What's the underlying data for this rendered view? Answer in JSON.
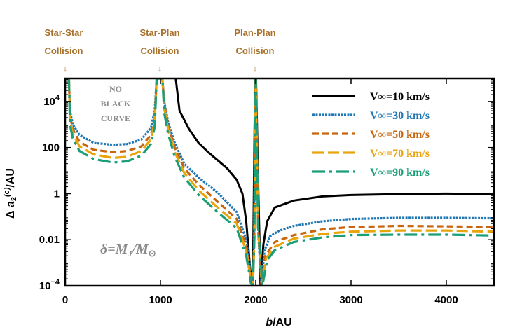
{
  "chart_data": {
    "type": "line",
    "xlabel": "b/AU",
    "ylabel": "Δ a2(c)/AU",
    "xlim": [
      0,
      4500
    ],
    "ylim_log10": [
      -4,
      5
    ],
    "scale": {
      "x": "linear",
      "y": "log"
    },
    "xticks": [
      "0",
      "1000",
      "2000",
      "3000",
      "4000"
    ],
    "xtick_values": [
      0,
      1000,
      2000,
      3000,
      4000
    ],
    "yticks": [
      "10^-4",
      "0.01",
      "1",
      "100",
      "10^4"
    ],
    "ytick_values_log10": [
      -4,
      -2,
      0,
      2,
      4
    ],
    "grid": false,
    "legend_position": "top-right",
    "collisions": [
      {
        "line1": "Star-Star",
        "line2": "Collision",
        "arrow": "↓",
        "x": 25
      },
      {
        "line1": "Star-Plan",
        "line2": "Collision",
        "arrow": "↓",
        "x": 1000
      },
      {
        "line1": "Plan-Plan",
        "line2": "Collision",
        "arrow": "↓",
        "x": 2000
      }
    ],
    "annotation_no_black": [
      "NO",
      "BLACK",
      "CURVE"
    ],
    "annotation_delta": "δ=MJ/M⊙",
    "series": [
      {
        "name": "V∞=10 km/s",
        "speed": 10,
        "color": "#000000",
        "style": "solid",
        "points": [
          [
            1160,
            5
          ],
          [
            1200,
            3.6
          ],
          [
            1300,
            2.8
          ],
          [
            1400,
            2.2
          ],
          [
            1500,
            1.8
          ],
          [
            1600,
            1.45
          ],
          [
            1700,
            1.1
          ],
          [
            1800,
            0.6
          ],
          [
            1860,
            0
          ],
          [
            1900,
            -1.2
          ],
          [
            1940,
            -3.2
          ],
          [
            1965,
            -4
          ],
          [
            1975,
            -2
          ],
          [
            1985,
            2
          ],
          [
            1993,
            4.6
          ],
          [
            1997,
            5
          ],
          [
            2003,
            5
          ],
          [
            2010,
            3.5
          ],
          [
            2025,
            0.5
          ],
          [
            2050,
            -4
          ],
          [
            2080,
            -2.2
          ],
          [
            2120,
            -1.2
          ],
          [
            2200,
            -0.6
          ],
          [
            2400,
            -0.3
          ],
          [
            2700,
            -0.12
          ],
          [
            3000,
            -0.06
          ],
          [
            3500,
            -0.02
          ],
          [
            4000,
            0
          ],
          [
            4500,
            -0.02
          ]
        ]
      },
      {
        "name": "V∞=30 km/s",
        "speed": 30,
        "color": "#1f77b4",
        "style": "dotted",
        "points": [
          [
            40,
            5
          ],
          [
            50,
            3.6
          ],
          [
            80,
            3.0
          ],
          [
            150,
            2.55
          ],
          [
            300,
            2.2
          ],
          [
            500,
            2.12
          ],
          [
            650,
            2.15
          ],
          [
            800,
            2.35
          ],
          [
            900,
            2.85
          ],
          [
            940,
            3.6
          ],
          [
            960,
            5
          ],
          [
            1020,
            5
          ],
          [
            1040,
            4
          ],
          [
            1080,
            3.1
          ],
          [
            1150,
            2.2
          ],
          [
            1250,
            1.3
          ],
          [
            1400,
            0.7
          ],
          [
            1600,
            0.05
          ],
          [
            1800,
            -0.8
          ],
          [
            1900,
            -2
          ],
          [
            1950,
            -3.5
          ],
          [
            1970,
            -4
          ],
          [
            1980,
            -2.5
          ],
          [
            1990,
            2
          ],
          [
            2000,
            5
          ],
          [
            2010,
            2
          ],
          [
            2030,
            -2
          ],
          [
            2060,
            -4
          ],
          [
            2090,
            -2.5
          ],
          [
            2150,
            -1.85
          ],
          [
            2250,
            -1.6
          ],
          [
            2400,
            -1.4
          ],
          [
            2700,
            -1.2
          ],
          [
            3000,
            -1.1
          ],
          [
            3500,
            -1.05
          ],
          [
            4000,
            -1.05
          ],
          [
            4500,
            -1.07
          ]
        ]
      },
      {
        "name": "V∞=50 km/s",
        "speed": 50,
        "color": "#c8660f",
        "style": "dashed",
        "points": [
          [
            40,
            5
          ],
          [
            50,
            3.4
          ],
          [
            80,
            2.8
          ],
          [
            150,
            2.25
          ],
          [
            300,
            1.9
          ],
          [
            500,
            1.8
          ],
          [
            650,
            1.85
          ],
          [
            800,
            2.05
          ],
          [
            900,
            2.55
          ],
          [
            940,
            3.3
          ],
          [
            960,
            5
          ],
          [
            1020,
            5
          ],
          [
            1040,
            3.9
          ],
          [
            1080,
            3.0
          ],
          [
            1150,
            2.0
          ],
          [
            1250,
            1.1
          ],
          [
            1400,
            0.4
          ],
          [
            1600,
            -0.35
          ],
          [
            1800,
            -1.1
          ],
          [
            1900,
            -2.3
          ],
          [
            1950,
            -3.7
          ],
          [
            1970,
            -4
          ],
          [
            1985,
            -2
          ],
          [
            1995,
            3
          ],
          [
            2000,
            5
          ],
          [
            2008,
            3
          ],
          [
            2025,
            -1.5
          ],
          [
            2060,
            -4
          ],
          [
            2100,
            -2.7
          ],
          [
            2200,
            -2.1
          ],
          [
            2400,
            -1.8
          ],
          [
            2700,
            -1.55
          ],
          [
            3000,
            -1.45
          ],
          [
            3500,
            -1.4
          ],
          [
            4000,
            -1.42
          ],
          [
            4500,
            -1.45
          ]
        ]
      },
      {
        "name": "V∞=70 km/s",
        "speed": 70,
        "color": "#e8a40c",
        "style": "longdash",
        "points": [
          [
            40,
            5
          ],
          [
            50,
            3.2
          ],
          [
            80,
            2.6
          ],
          [
            150,
            2.05
          ],
          [
            300,
            1.7
          ],
          [
            500,
            1.55
          ],
          [
            650,
            1.6
          ],
          [
            800,
            1.85
          ],
          [
            900,
            2.35
          ],
          [
            940,
            3.1
          ],
          [
            960,
            5
          ],
          [
            1020,
            5
          ],
          [
            1040,
            3.7
          ],
          [
            1080,
            2.8
          ],
          [
            1150,
            1.8
          ],
          [
            1250,
            0.9
          ],
          [
            1400,
            0.15
          ],
          [
            1600,
            -0.6
          ],
          [
            1800,
            -1.3
          ],
          [
            1900,
            -2.5
          ],
          [
            1950,
            -3.8
          ],
          [
            1970,
            -4
          ],
          [
            1985,
            -2
          ],
          [
            1995,
            3
          ],
          [
            2000,
            5
          ],
          [
            2008,
            3
          ],
          [
            2025,
            -1.5
          ],
          [
            2065,
            -4
          ],
          [
            2110,
            -2.8
          ],
          [
            2200,
            -2.3
          ],
          [
            2400,
            -1.95
          ],
          [
            2700,
            -1.75
          ],
          [
            3000,
            -1.65
          ],
          [
            3500,
            -1.6
          ],
          [
            4000,
            -1.6
          ],
          [
            4500,
            -1.65
          ]
        ]
      },
      {
        "name": "V∞=90 km/s",
        "speed": 90,
        "color": "#1a9e77",
        "style": "dashdot",
        "points": [
          [
            40,
            5
          ],
          [
            50,
            3.0
          ],
          [
            80,
            2.4
          ],
          [
            150,
            1.85
          ],
          [
            300,
            1.5
          ],
          [
            500,
            1.35
          ],
          [
            650,
            1.4
          ],
          [
            800,
            1.65
          ],
          [
            900,
            2.15
          ],
          [
            940,
            2.9
          ],
          [
            960,
            5
          ],
          [
            1020,
            5
          ],
          [
            1040,
            3.5
          ],
          [
            1080,
            2.6
          ],
          [
            1150,
            1.6
          ],
          [
            1250,
            0.7
          ],
          [
            1400,
            -0.05
          ],
          [
            1600,
            -0.8
          ],
          [
            1800,
            -1.5
          ],
          [
            1900,
            -2.7
          ],
          [
            1950,
            -3.9
          ],
          [
            1970,
            -4
          ],
          [
            1985,
            -2
          ],
          [
            1995,
            3
          ],
          [
            2000,
            5
          ],
          [
            2008,
            3
          ],
          [
            2025,
            -1.5
          ],
          [
            2070,
            -4
          ],
          [
            2120,
            -2.9
          ],
          [
            2200,
            -2.45
          ],
          [
            2400,
            -2.1
          ],
          [
            2700,
            -1.9
          ],
          [
            3000,
            -1.8
          ],
          [
            3500,
            -1.78
          ],
          [
            4000,
            -1.78
          ],
          [
            4500,
            -1.82
          ]
        ]
      }
    ]
  }
}
